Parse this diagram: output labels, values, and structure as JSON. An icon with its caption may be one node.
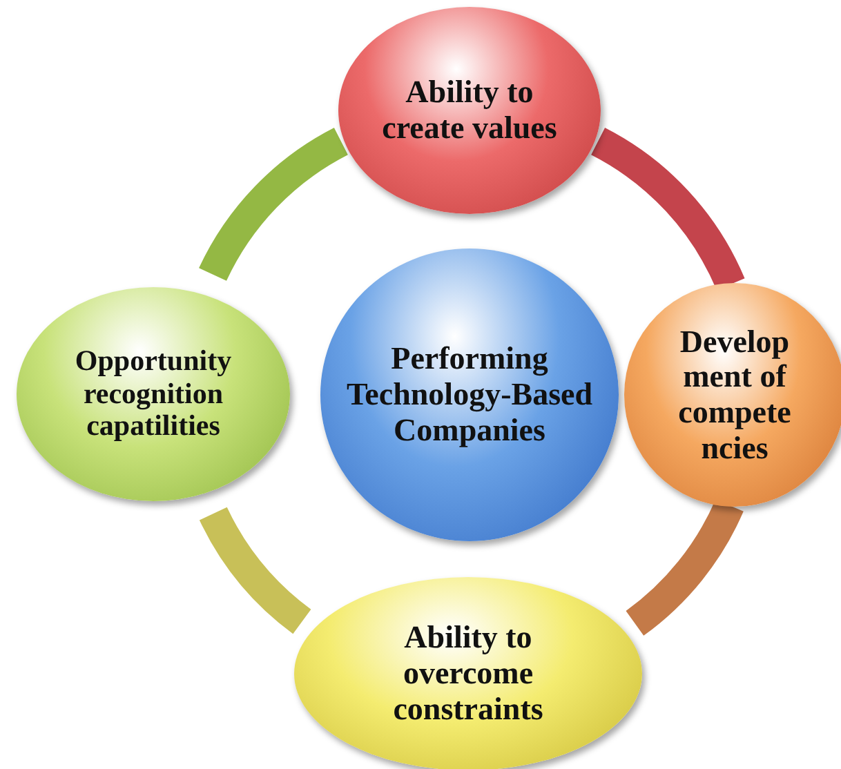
{
  "diagram": {
    "nodes": [
      {
        "text": [
          "Ability to create values"
        ]
      },
      {
        "text": [
          "Opportunity recognition capatilities"
        ]
      },
      {
        "text": [
          "Performing Technology-Based Companies"
        ]
      },
      {
        "text": [
          "Develop ment of compete ncies"
        ]
      },
      {
        "text": [
          "Ability to overcome constraints"
        ]
      }
    ],
    "edges": [
      {
        "from": 0,
        "to": 3,
        "arrow": "none",
        "color": "#c4444c"
      },
      {
        "from": 3,
        "to": 4,
        "arrow": "none",
        "color": "#c47a48"
      },
      {
        "from": 4,
        "to": 1,
        "arrow": "none",
        "color": "#c8c058"
      },
      {
        "from": 1,
        "to": 0,
        "arrow": "none",
        "color": "#94b844"
      }
    ]
  }
}
